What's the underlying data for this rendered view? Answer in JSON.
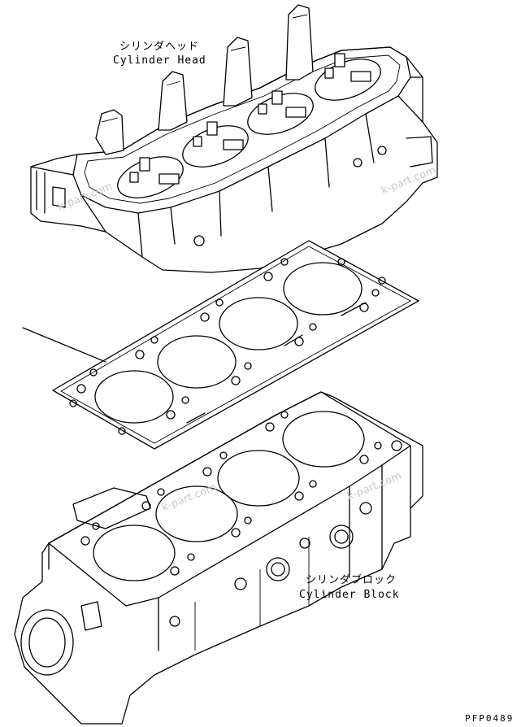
{
  "labels": {
    "cylinder_head_jp": "シリンダヘッド",
    "cylinder_head_en": "Cylinder Head",
    "cylinder_block_jp": "シリンダブロック",
    "cylinder_block_en": "Cylinder Block",
    "figure_code": "PFP0489"
  },
  "watermarks": [
    "k-part.com",
    "k-part.com",
    "k-part.com",
    "k-part.com"
  ],
  "colors": {
    "line": "#000000",
    "background": "#ffffff",
    "watermark": "#c9c9c9"
  }
}
